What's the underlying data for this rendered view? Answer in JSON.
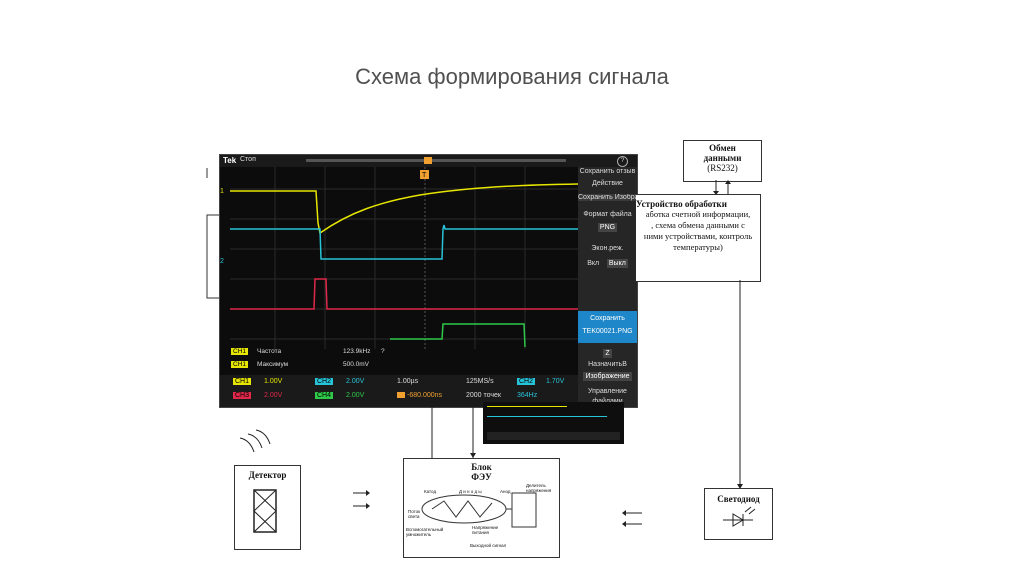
{
  "slide": {
    "title": "Схема формирования сигнала"
  },
  "oscilloscope": {
    "brand": "Tek",
    "status": "Стоп",
    "help": "?",
    "trigger_marker": "T",
    "channel_markers": [
      "1",
      "2"
    ],
    "menu": {
      "save_screenshot": "Сохранить отзыв",
      "action": "Действие",
      "save_image": "Сохранить Изображе",
      "file_format_label": "Формат файла",
      "file_format_value": "PNG",
      "eco_mode_label": "Экон.реж.",
      "eco_on": "Вкл",
      "eco_off": "Выкл",
      "save_label": "Сохранить",
      "save_filename": "TEK00021.PNG",
      "assign_icon": "Z",
      "assign_label": "НазначитьВ",
      "assign_value": "Изображение",
      "file_mgmt_1": "Управление",
      "file_mgmt_2": "файлами"
    },
    "measurements": [
      {
        "ch": "CH1",
        "name": "Частота",
        "value": "123.9kHz",
        "flag": "?"
      },
      {
        "ch": "CH1",
        "name": "Максимум",
        "value": "500.0mV",
        "flag": ""
      }
    ],
    "bottom": {
      "ch1_label": "CH1",
      "ch1_scale": "1.00V",
      "ch2_label": "CH2",
      "ch2_scale": "2.00V",
      "ch3_label": "CH3",
      "ch3_scale": "2.00V",
      "ch4_label": "CH4",
      "ch4_scale": "2.00V",
      "timebase": "1.00µs",
      "sample_rate": "125MS/s",
      "trig_ch": "CH2",
      "trig_level": "1.70V",
      "position": "-680.000ns",
      "record": "2000 точек",
      "freq": "364Hz"
    },
    "colors": {
      "ch1": "#e6e600",
      "ch2": "#27c3d8",
      "ch3": "#e0284a",
      "ch4": "#2fc94a",
      "accent": "#f0a030"
    }
  },
  "diagram": {
    "exchange": {
      "title": "Обмен\nданными",
      "subtitle": "(RS232)"
    },
    "processing": {
      "title": "Устройство обработки",
      "body": "аботка счетной информации,\n, схема обмена данными с\nними устройствами, контроль\nтемпературы)"
    },
    "detector": {
      "title": "Детектор"
    },
    "pmt": {
      "title": "Блок\nФЭУ",
      "labels": [
        "Катод",
        "Д и н о д ы",
        "Анод",
        "Делитель\nнапряжения",
        "Поток\nсвета",
        "Вспомогательный\nумножитель",
        "Напряжение\nпитания",
        "Выходной сигнал"
      ]
    },
    "led": {
      "title": "Светодиод"
    }
  }
}
